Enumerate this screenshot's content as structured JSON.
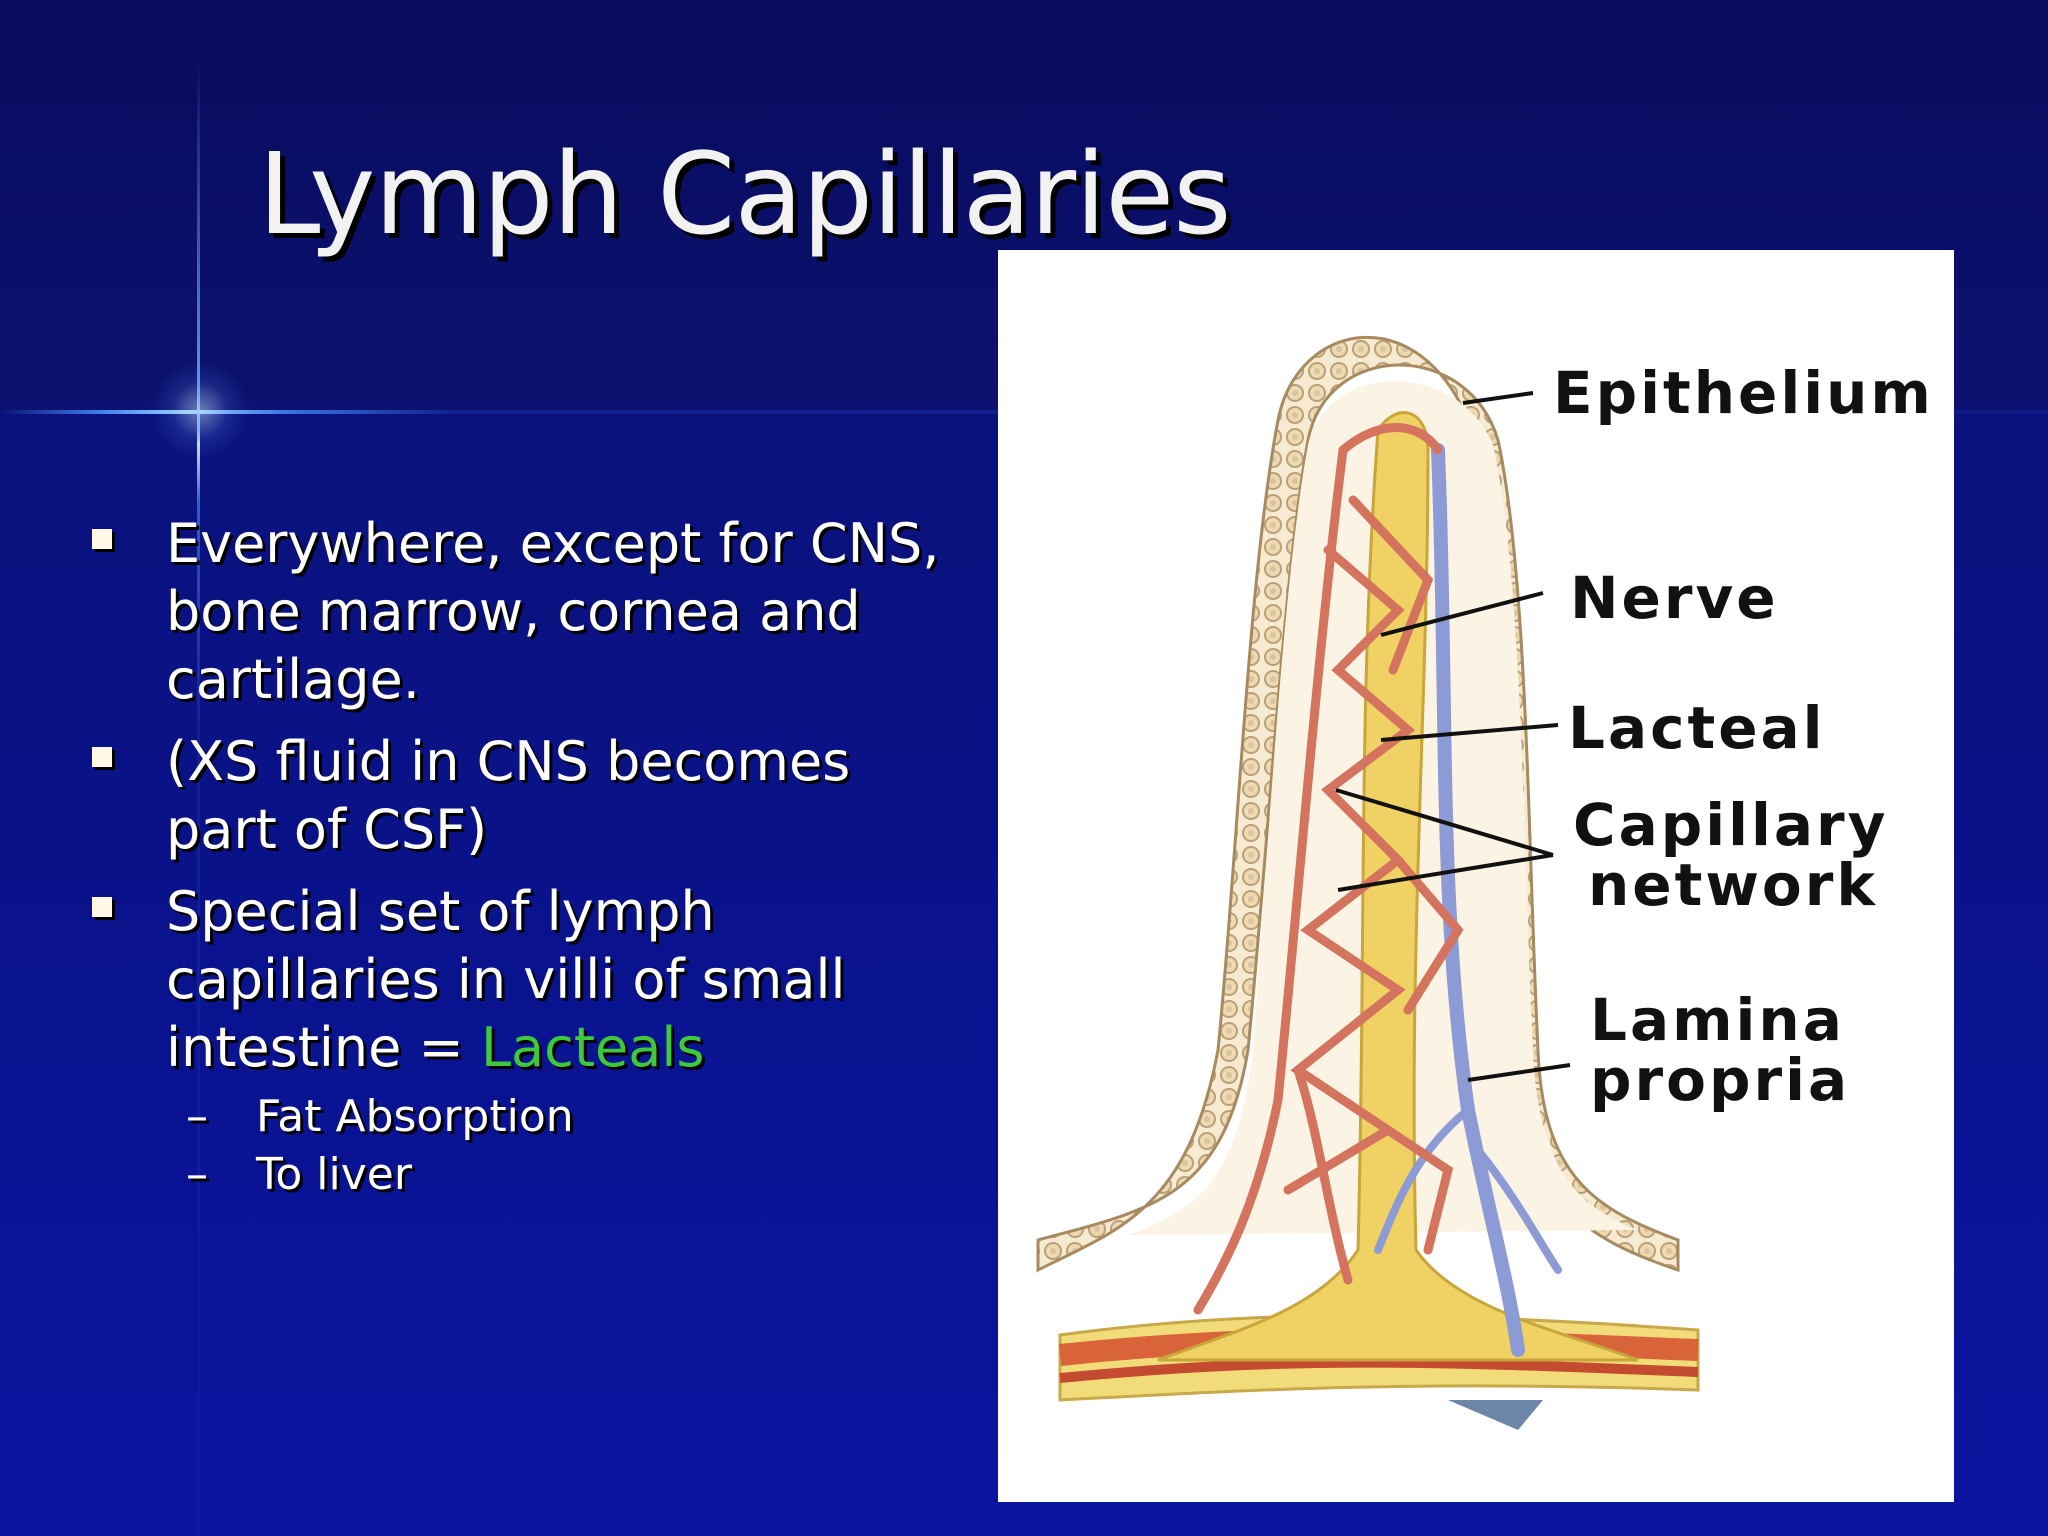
{
  "slide": {
    "title": "Lymph Capillaries",
    "bullets": [
      {
        "text": "Everywhere, except for CNS, bone marrow, cornea and cartilage."
      },
      {
        "text": "(XS fluid in CNS becomes part of  CSF)"
      },
      {
        "text_prefix": "Special set of lymph capillaries in villi of small intestine = ",
        "highlight": "Lacteals"
      }
    ],
    "sub_bullets": [
      {
        "dash": "–",
        "text": "Fat Absorption"
      },
      {
        "dash": "–",
        "text": "To liver"
      }
    ],
    "highlight_color": "#3ec83e"
  },
  "figure": {
    "labels": {
      "epithelium": "Epithelium",
      "nerve": "Nerve",
      "lacteal": "Lacteal",
      "capillary_line1": "Capillary",
      "capillary_line2": "network",
      "lamina_line1": "Lamina",
      "lamina_line2": "propria"
    }
  }
}
